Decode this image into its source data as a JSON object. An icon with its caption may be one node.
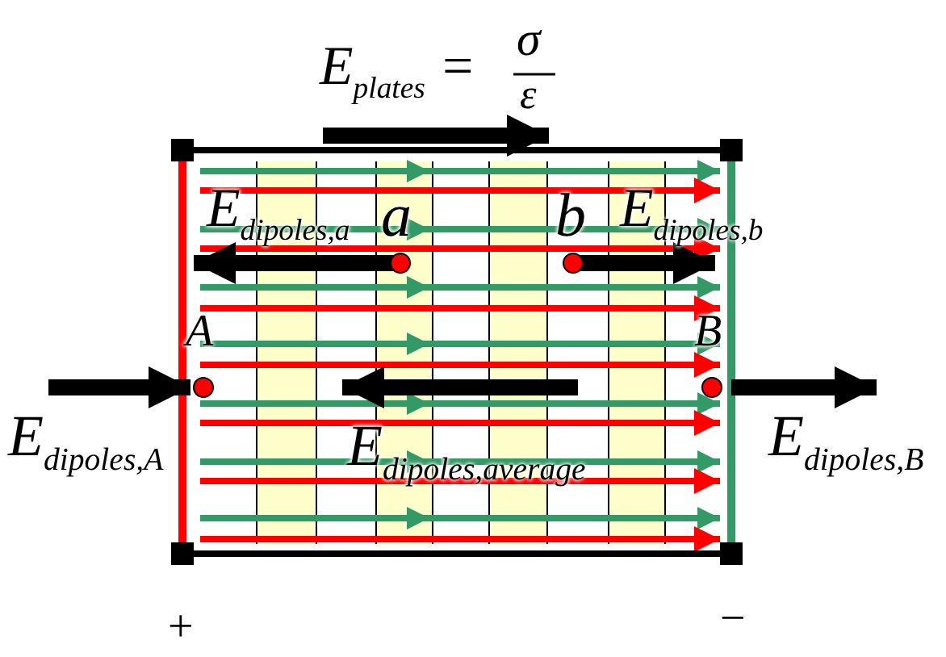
{
  "diagram": {
    "labels": [
      "E$_{plates}$ =",
      "σ",
      "ε",
      "E$_{dipoles,a}$",
      "a",
      "b",
      "E$_{dipoles,b}$",
      "A",
      "B",
      "E$_{dipoles,A}$",
      "E$_{dipoles,average}$",
      "E$_{dipoles,B}$",
      "+",
      "−"
    ]
  }
}
